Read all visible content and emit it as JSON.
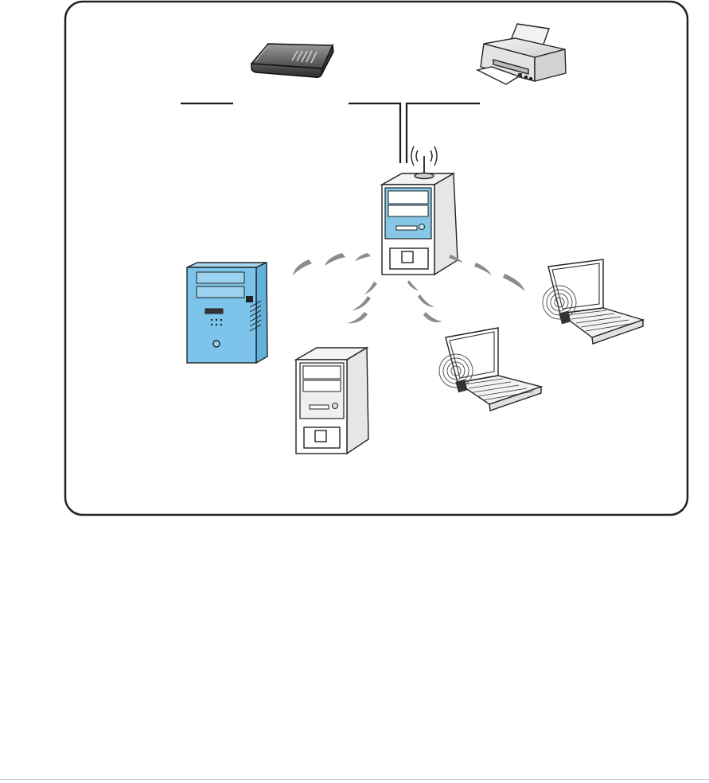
{
  "diagram": {
    "type": "wireless-network-illustration",
    "nodes": [
      {
        "id": "modem",
        "icon": "modem-icon"
      },
      {
        "id": "printer",
        "icon": "printer-icon"
      },
      {
        "id": "wireless-server",
        "icon": "server-tower-icon"
      },
      {
        "id": "blue-desktop",
        "icon": "desktop-tower-icon"
      },
      {
        "id": "white-desktop",
        "icon": "desktop-tower-icon"
      },
      {
        "id": "laptop-right",
        "icon": "laptop-icon"
      },
      {
        "id": "laptop-bottom",
        "icon": "laptop-icon"
      }
    ],
    "wired_links": [
      {
        "from": "wireless-server",
        "to": "modem"
      },
      {
        "from": "wireless-server",
        "to": "printer"
      }
    ],
    "wireless_links": [
      {
        "from": "wireless-server",
        "to": "blue-desktop"
      },
      {
        "from": "wireless-server",
        "to": "white-desktop"
      },
      {
        "from": "wireless-server",
        "to": "laptop-right"
      },
      {
        "from": "wireless-server",
        "to": "laptop-bottom"
      }
    ],
    "colors": {
      "frame": "#222222",
      "accent_blue": "#7fbfe0",
      "blue_desktop": "#7cc4ea",
      "signal_gray": "#8c8c8c",
      "line": "#1a1a1a"
    }
  }
}
